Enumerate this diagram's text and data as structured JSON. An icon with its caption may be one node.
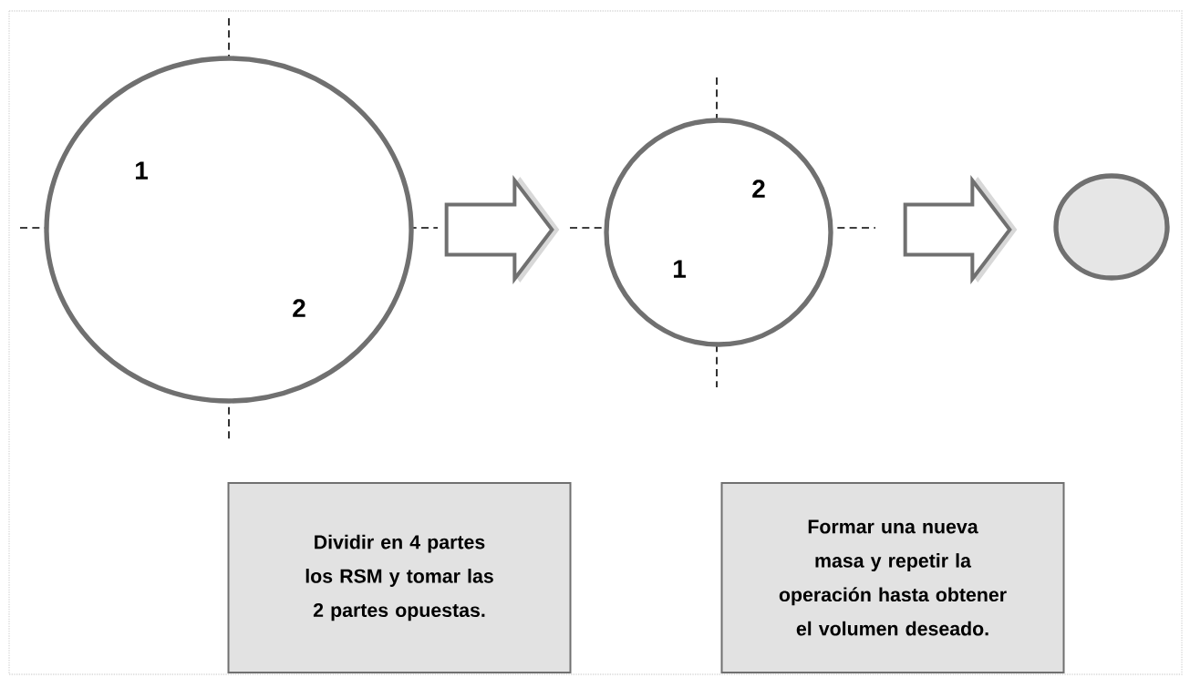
{
  "diagram": {
    "nodes": [
      {
        "text": [
          "1",
          "2"
        ]
      },
      {
        "text": [
          "2",
          "1"
        ]
      },
      {
        "text": [],
        "shape": "ellipse"
      },
      {
        "text": [
          "Dividir en 4 partes los RSM y tomar las 2 partes opuestas."
        ]
      },
      {
        "text": [
          "Formar una nueva masa y repetir la operación hasta obtener el volumen deseado."
        ]
      }
    ],
    "edges": [
      {
        "from": 0,
        "to": 1,
        "arrow": "to"
      },
      {
        "from": 1,
        "to": 2,
        "arrow": "to"
      }
    ]
  }
}
